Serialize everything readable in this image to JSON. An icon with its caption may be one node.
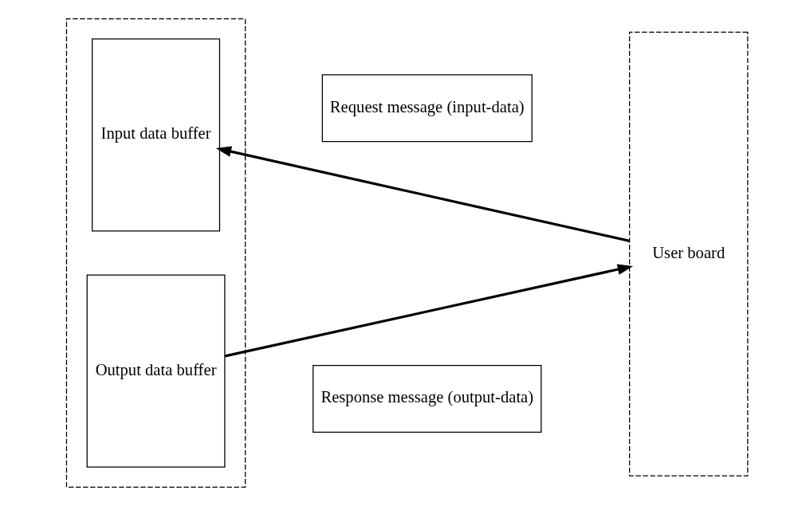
{
  "diagram": {
    "nodes": [
      {
        "text": [],
        "shape": "box"
      },
      {
        "text": [
          "Input data buffer"
        ],
        "in": 0
      },
      {
        "text": [
          "Output data buffer"
        ],
        "in": 0
      },
      {
        "text": [
          "Request message (input-data)"
        ]
      },
      {
        "text": [
          "Response message (output-data)"
        ]
      },
      {
        "text": [
          "User board"
        ]
      }
    ],
    "edges": [
      {
        "from": 5,
        "to": 1,
        "arrow": "to"
      },
      {
        "from": 2,
        "to": 5,
        "arrow": "to"
      }
    ]
  }
}
